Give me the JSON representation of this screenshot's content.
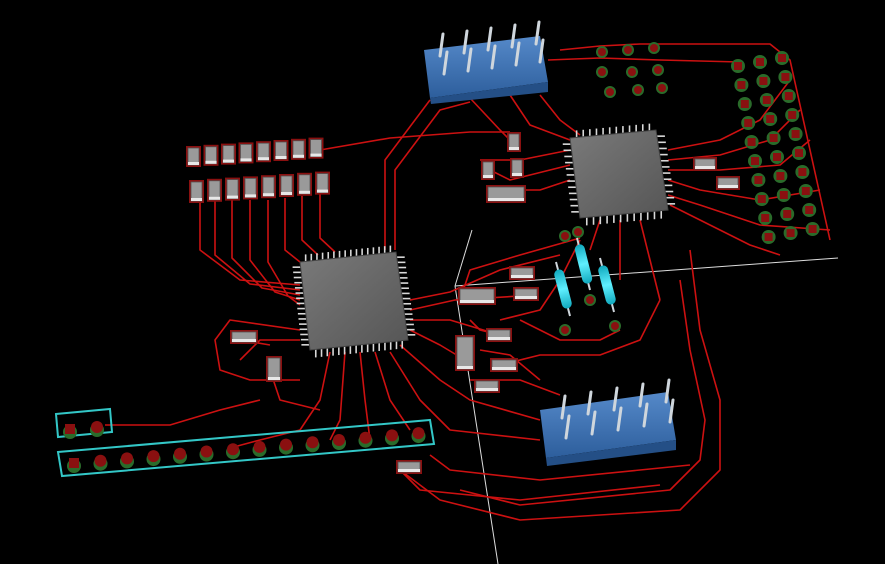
{
  "view": {
    "background": "#000000",
    "trace_color": "#cc1111",
    "pad_color": "#8a1010",
    "via_color": "#2a6b2a",
    "silkscreen_color": "#33c7c7",
    "ic_body_color": "#6a6a6a",
    "header_color": "#3d73b8",
    "resistor_color": "#22d3e8",
    "axis_color": "#dddddd"
  },
  "components": {
    "mcu_main": {
      "label": "",
      "package": "QFP"
    },
    "mcu_secondary": {
      "label": "",
      "package": "QFP"
    },
    "header_top": {
      "pins": 10
    },
    "header_bottom": {
      "pins": 10
    },
    "pin_header_row": {
      "pins": 14
    },
    "pin_header_small": {
      "pins": 2
    },
    "axial_resistors": {
      "count": 3
    },
    "smd_resistor_array": {
      "count": 16
    },
    "led_grid": {
      "columns": 3
    }
  }
}
